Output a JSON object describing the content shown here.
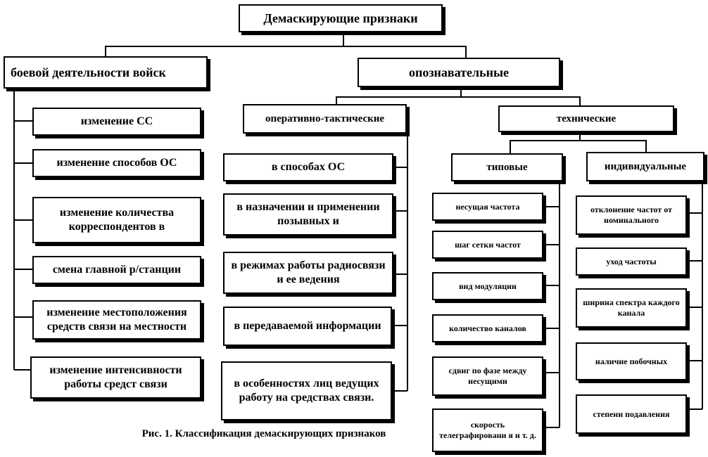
{
  "root": "Демаскирующие признаки",
  "combat": {
    "title": "боевой деятельности войск",
    "items": [
      "изменение СС",
      "изменение способов ОС",
      "изменение количества корреспондентов в",
      "смена главной р/станции",
      "изменение местоположения средств связи на местности",
      "изменение интенсивности работы средст связи"
    ]
  },
  "identifying": {
    "title": "опознавательные",
    "operational": {
      "title": "оперативно-тактические",
      "items": [
        "в способах ОС",
        "в назначении и применении позывных и",
        "в режимах работы радиосвязи и ее ведения",
        "в передаваемой информации",
        "в особенностях лиц ведущих работу на средствах связи."
      ]
    },
    "technical": {
      "title": "технические",
      "typical": {
        "title": "типовые",
        "items": [
          "несущая частота",
          "шаг сетки частот",
          "вид модуляции",
          "количество каналов",
          "сдвиг по фазе между несущими",
          "скорость телеграфировани я и т. д."
        ]
      },
      "individual": {
        "title": "индивидуальные",
        "items": [
          "отклонение частот от номинального",
          "уход частоты",
          "ширина спектра каждого канала",
          "наличие побочных",
          "степени подавления"
        ]
      }
    }
  },
  "caption": "Рис. 1. Классификация демаскирующих признаков"
}
